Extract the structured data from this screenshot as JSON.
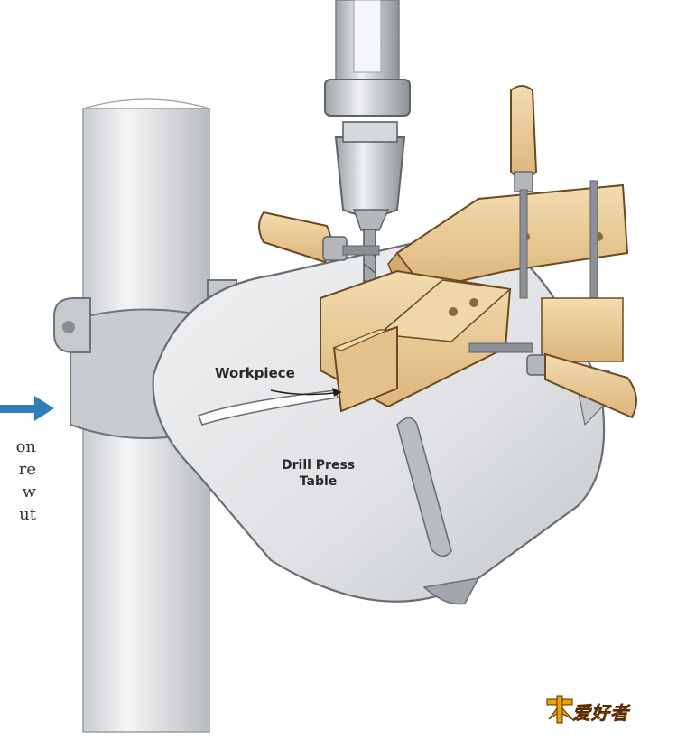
{
  "labels": {
    "workpiece": "Workpiece",
    "table_line1": "Drill Press",
    "table_line2": "Table"
  },
  "side_text": [
    "on",
    "re",
    "w",
    "ut"
  ],
  "logo": {
    "text": "爱好者",
    "icon": "woodworker-logo-icon"
  },
  "colors": {
    "arrow": "#2f7fb8",
    "wood": "#e9c98f",
    "metal": "#d3d6da",
    "outline": "#555555"
  }
}
